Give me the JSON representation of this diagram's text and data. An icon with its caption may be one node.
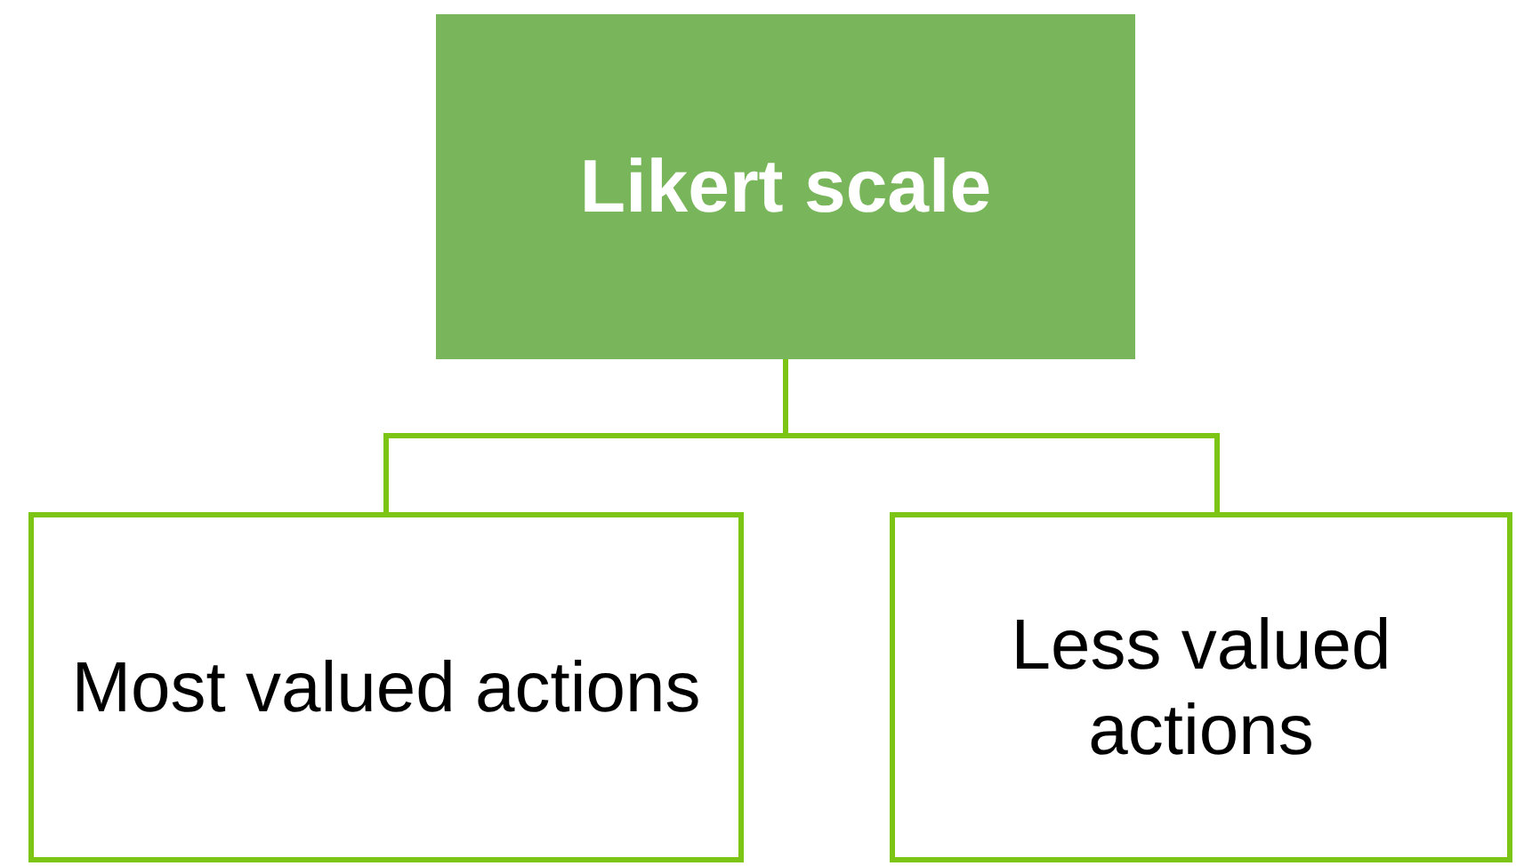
{
  "diagram": {
    "nodes": [
      {
        "text": [
          "Likert scale"
        ]
      },
      {
        "text": [
          "Most valued actions"
        ]
      },
      {
        "text": [
          "Less valued actions"
        ]
      }
    ],
    "edges": [
      {
        "from": 0,
        "to": 1,
        "arrow": "none"
      },
      {
        "from": 0,
        "to": 2,
        "arrow": "none"
      }
    ]
  }
}
